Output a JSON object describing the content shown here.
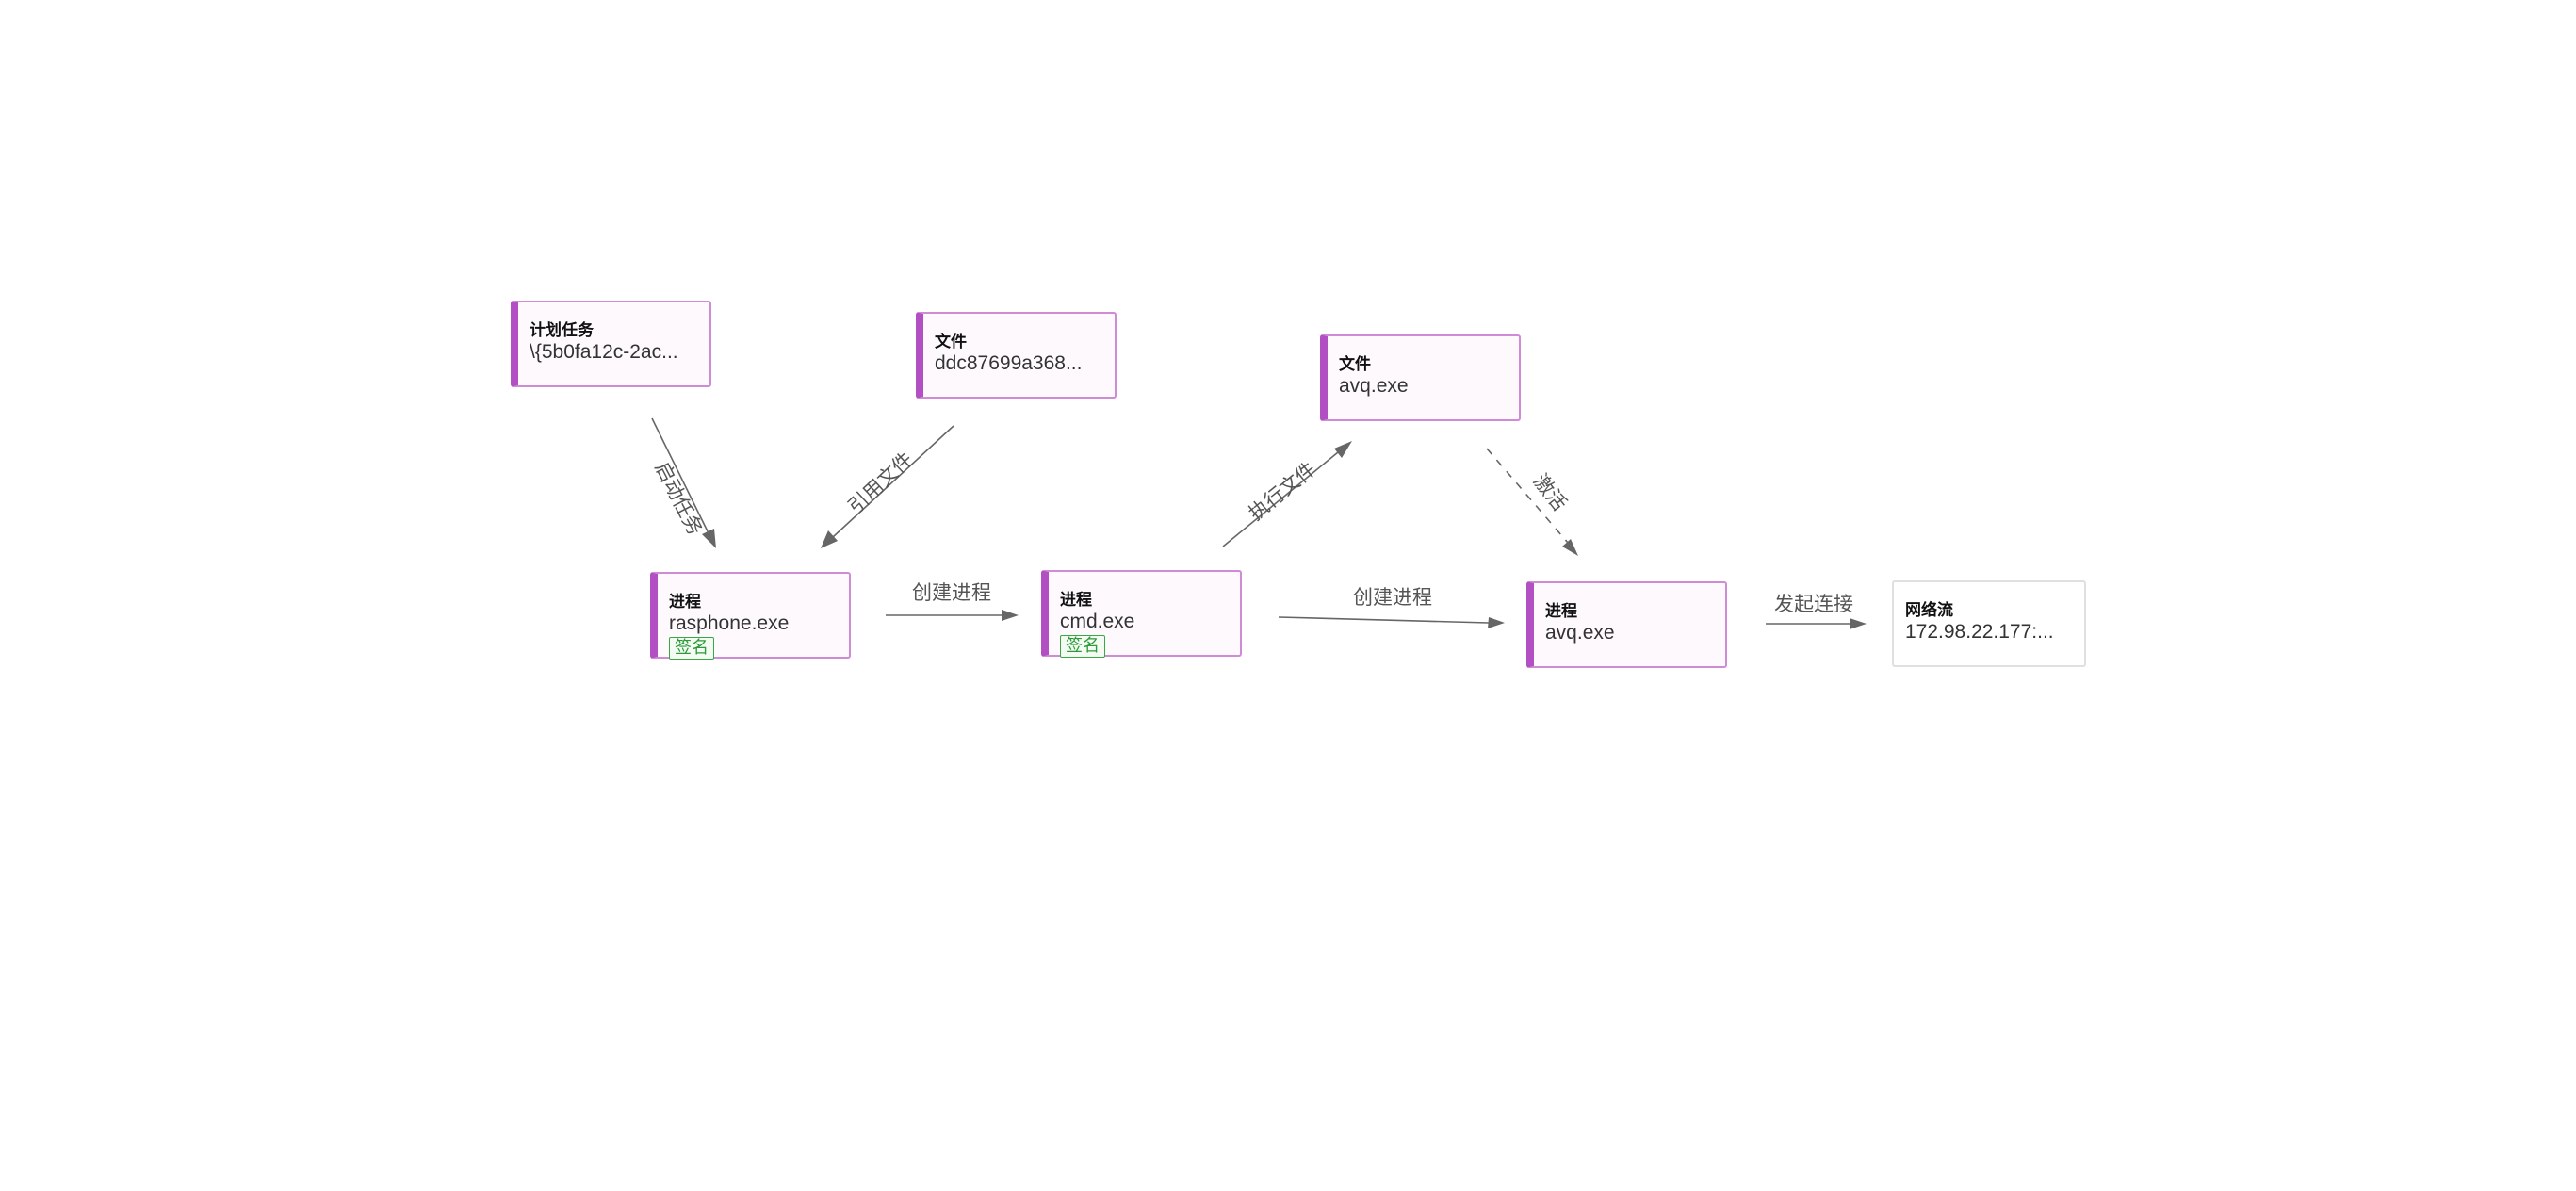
{
  "nodes": [
    {
      "id": "task",
      "type": "计划任务",
      "value": "\\{5b0fa12c-2ac..."
    },
    {
      "id": "file1",
      "type": "文件",
      "value": "ddc87699a368..."
    },
    {
      "id": "file2",
      "type": "文件",
      "value": "avq.exe"
    },
    {
      "id": "rasphone",
      "type": "进程",
      "value": "rasphone.exe",
      "badge": "签名"
    },
    {
      "id": "cmd",
      "type": "进程",
      "value": "cmd.exe",
      "badge": "签名"
    },
    {
      "id": "avq",
      "type": "进程",
      "value": "avq.exe"
    },
    {
      "id": "netflow",
      "type": "网络流",
      "value": "172.98.22.177:..."
    }
  ],
  "edges": [
    {
      "from": "task",
      "to": "rasphone",
      "label": "启动任务",
      "style": "solid"
    },
    {
      "from": "file1",
      "to": "rasphone",
      "label": "引用文件",
      "style": "solid"
    },
    {
      "from": "rasphone",
      "to": "cmd",
      "label": "创建进程",
      "style": "solid"
    },
    {
      "from": "cmd",
      "to": "file2",
      "label": "执行文件",
      "style": "solid"
    },
    {
      "from": "cmd",
      "to": "avq",
      "label": "创建进程",
      "style": "solid"
    },
    {
      "from": "file2",
      "to": "avq",
      "label": "激活",
      "style": "dashed"
    },
    {
      "from": "avq",
      "to": "netflow",
      "label": "发起连接",
      "style": "solid"
    }
  ],
  "colors": {
    "node_accent": "#b24fc2",
    "node_border": "#d08bd6",
    "node_background": "#fdf9fd",
    "badge_green": "#39a845",
    "edge": "#666666"
  }
}
